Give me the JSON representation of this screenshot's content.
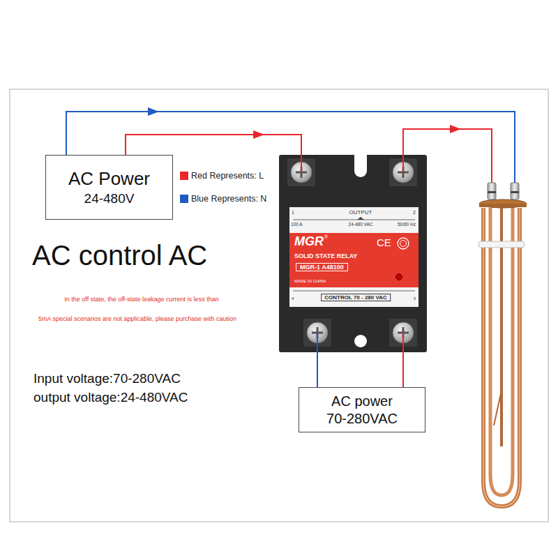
{
  "diagram": {
    "title": "AC control AC",
    "nodes": [
      {
        "text": [
          "AC Power",
          "24-480V"
        ]
      },
      {
        "text": [
          "1",
          "OUTPUT",
          "2",
          "100 A",
          "24-480 VAC",
          "50/60 Hz",
          "MGR",
          "®",
          "CE",
          "SOLID STATE RELAY",
          "MGR-1 A48100",
          "MADE IN CHINA",
          "4",
          "CONTROL 70 - 280 VAC",
          "3"
        ]
      },
      {
        "text": [
          "AC power",
          "70-280VAC"
        ]
      }
    ],
    "edges": [
      {
        "from": 0,
        "to": 1,
        "arrow": "to"
      },
      {
        "from": 2,
        "to": 1,
        "arrow": "none"
      },
      {
        "from": 2,
        "to": 1,
        "arrow": "none"
      }
    ],
    "labels": [
      "In the off state, the off-state leakage current is less than",
      "5mA special scenarios are not applicable, please purchase with caution",
      "Input voltage:70-280VAC",
      "output voltage:24-480VAC"
    ],
    "legend": [
      {
        "text": "Red Represents: L",
        "color": "#e8262a"
      },
      {
        "text": "Blue Represents: N",
        "color": "#1f5bbf"
      }
    ]
  }
}
